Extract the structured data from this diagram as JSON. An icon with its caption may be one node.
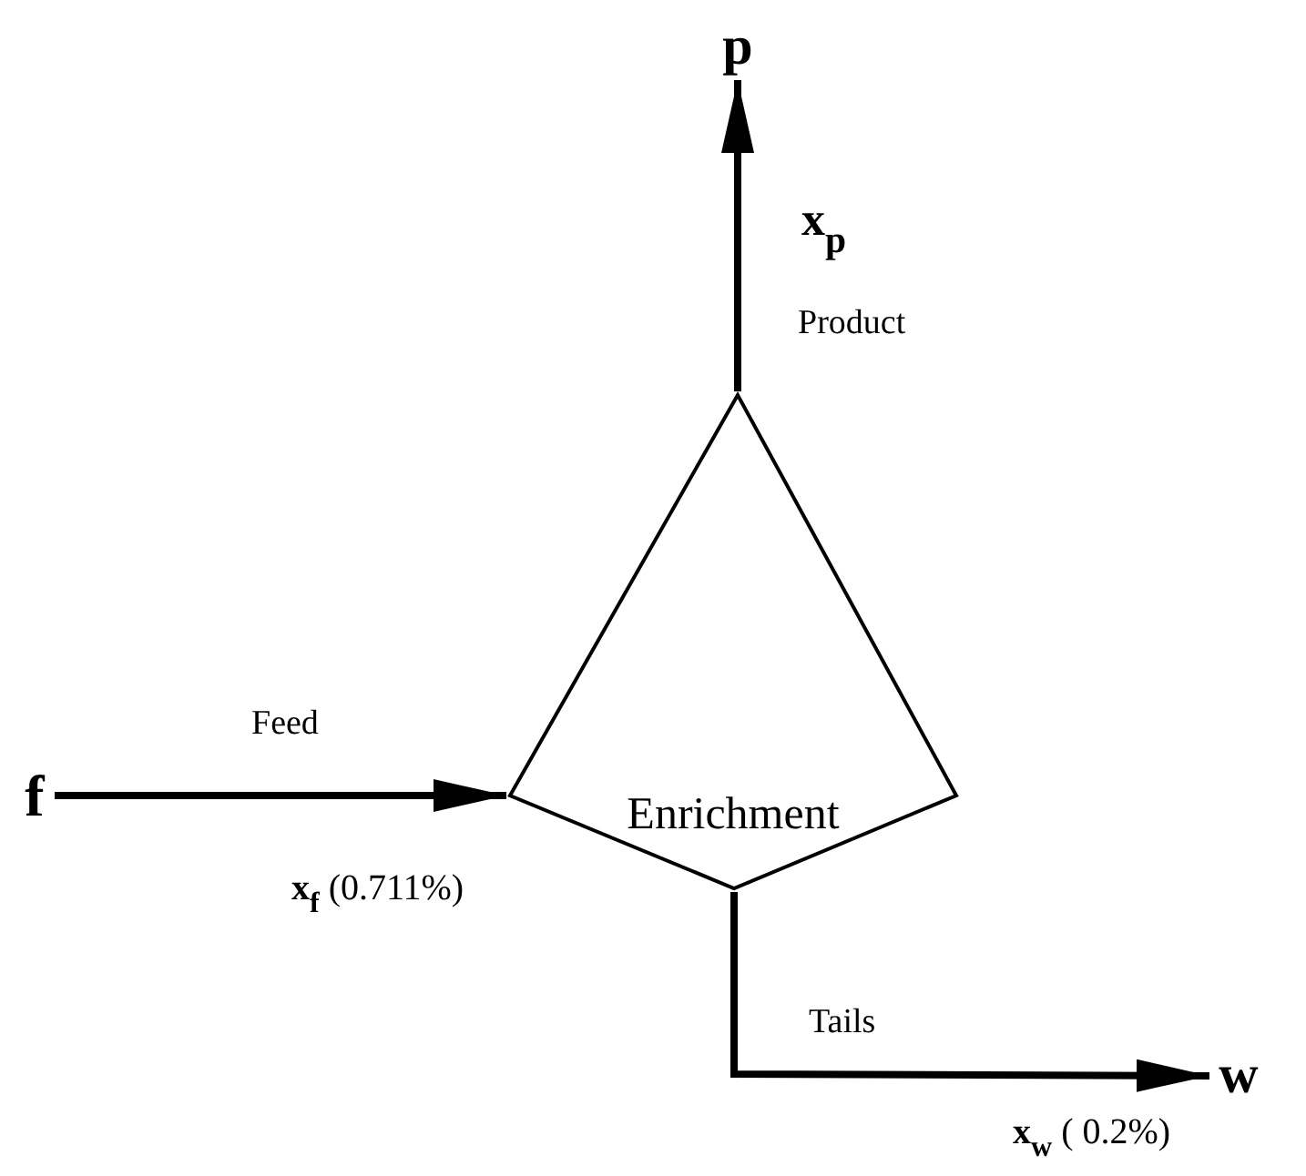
{
  "diagram": {
    "nodes": [
      {
        "text": [
          "p"
        ]
      },
      {
        "text": [
          "Enrichment"
        ]
      },
      {
        "text": [
          "f"
        ]
      },
      {
        "text": [
          "w"
        ]
      }
    ],
    "edges": [
      {
        "from": 2,
        "to": 1,
        "arrow": "to",
        "label": "Feed"
      },
      {
        "from": 1,
        "to": 0,
        "arrow": "to",
        "label": "Product"
      },
      {
        "from": 1,
        "to": 3,
        "arrow": "to",
        "label": "Tails"
      }
    ],
    "labels": [
      "x$_{p}$",
      "**x**$_{f}$ (0.711%)",
      "**x**$_{w}$ ( 0.2%)"
    ]
  }
}
